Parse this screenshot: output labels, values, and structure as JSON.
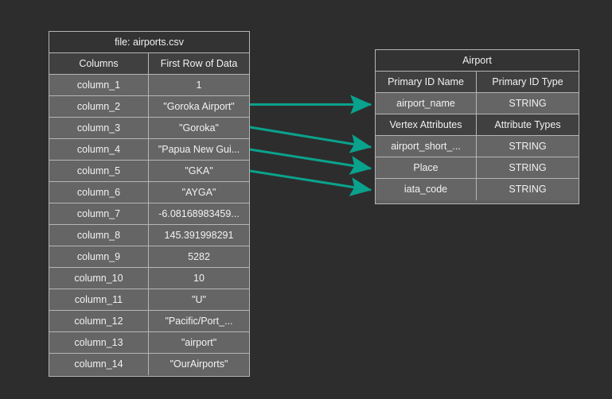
{
  "canvas": {
    "background_color": "#2d2d2d",
    "arrow_color": "#0aa28c",
    "border_color": "#b5b5b5"
  },
  "csv_panel": {
    "title": "file: airports.csv",
    "headers": {
      "col1": "Columns",
      "col2": "First Row of Data"
    },
    "rows": [
      {
        "column": "column_1",
        "value": "1"
      },
      {
        "column": "column_2",
        "value": "\"Goroka Airport\""
      },
      {
        "column": "column_3",
        "value": "\"Goroka\""
      },
      {
        "column": "column_4",
        "value": "\"Papua New Gui..."
      },
      {
        "column": "column_5",
        "value": "\"GKA\""
      },
      {
        "column": "column_6",
        "value": "\"AYGA\""
      },
      {
        "column": "column_7",
        "value": "-6.08168983459..."
      },
      {
        "column": "column_8",
        "value": "145.391998291"
      },
      {
        "column": "column_9",
        "value": "5282"
      },
      {
        "column": "column_10",
        "value": "10"
      },
      {
        "column": "column_11",
        "value": "\"U\""
      },
      {
        "column": "column_12",
        "value": "\"Pacific/Port_..."
      },
      {
        "column": "column_13",
        "value": "\"airport\""
      },
      {
        "column": "column_14",
        "value": "\"OurAirports\""
      }
    ]
  },
  "schema_panel": {
    "title": "Airport",
    "primary_headers": {
      "col1": "Primary ID Name",
      "col2": "Primary ID Type"
    },
    "primary_row": {
      "name": "airport_name",
      "type": "STRING"
    },
    "attribute_headers": {
      "col1": "Vertex Attributes",
      "col2": "Attribute Types"
    },
    "attribute_rows": [
      {
        "name": "airport_short_...",
        "type": "STRING"
      },
      {
        "name": "Place",
        "type": "STRING"
      },
      {
        "name": "iata_code",
        "type": "STRING"
      }
    ]
  },
  "mappings": [
    {
      "from": "column_2",
      "to": "airport_name"
    },
    {
      "from": "column_3",
      "to": "airport_short_..."
    },
    {
      "from": "column_4",
      "to": "Place"
    },
    {
      "from": "column_5",
      "to": "iata_code"
    }
  ]
}
